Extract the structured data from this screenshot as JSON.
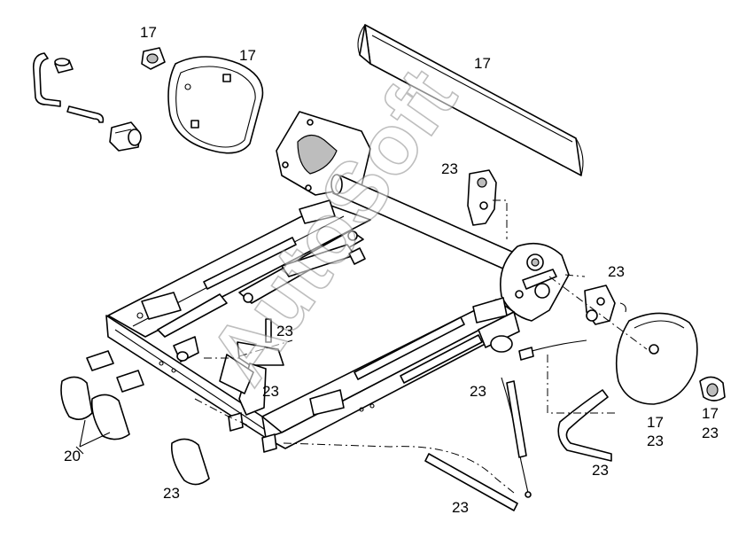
{
  "watermark": "AutoSoft",
  "callouts": [
    {
      "id": "c1",
      "text": "17"
    },
    {
      "id": "c2",
      "text": "17"
    },
    {
      "id": "c3",
      "text": "17"
    },
    {
      "id": "c4",
      "text": "23"
    },
    {
      "id": "c5",
      "text": "23"
    },
    {
      "id": "c6",
      "text": "23"
    },
    {
      "id": "c7",
      "text": "23"
    },
    {
      "id": "c8",
      "text": "23"
    },
    {
      "id": "c9",
      "text": "17"
    },
    {
      "id": "c10",
      "text": "23"
    },
    {
      "id": "c11",
      "text": "17"
    },
    {
      "id": "c12",
      "text": "23"
    },
    {
      "id": "c13",
      "text": "23"
    },
    {
      "id": "c14",
      "text": "20"
    },
    {
      "id": "c15",
      "text": "23"
    },
    {
      "id": "c16",
      "text": "23"
    }
  ]
}
